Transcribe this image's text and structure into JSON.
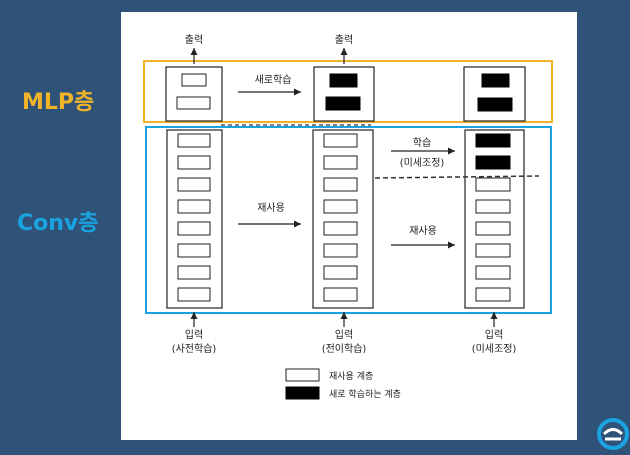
{
  "side_labels": {
    "mlp": "MLP층",
    "conv": "Conv층"
  },
  "colors": {
    "background": "#2f5279",
    "mlp_accent": "#f0b429",
    "conv_accent": "#1aa3e0",
    "reused_layer": "#ffffff",
    "new_layer": "#000000"
  },
  "columns": [
    {
      "output_label": "출력",
      "input_label": "입력",
      "input_sublabel": "(사전학습)"
    },
    {
      "output_label": "출력",
      "input_label": "입력",
      "input_sublabel": "(전이학습)"
    },
    {
      "output_label": "",
      "input_label": "입력",
      "input_sublabel": "(미세조정)"
    }
  ],
  "arrows": {
    "mlp_arrow": "새로학습",
    "conv_arrow": "재사용",
    "finetune_top": "학습",
    "finetune_top_sub": "(미세조정)",
    "finetune_bottom": "재사용"
  },
  "legend": [
    {
      "label": "재사용 계층",
      "style": "reused"
    },
    {
      "label": "새로 학습하는 계층",
      "style": "new"
    }
  ]
}
